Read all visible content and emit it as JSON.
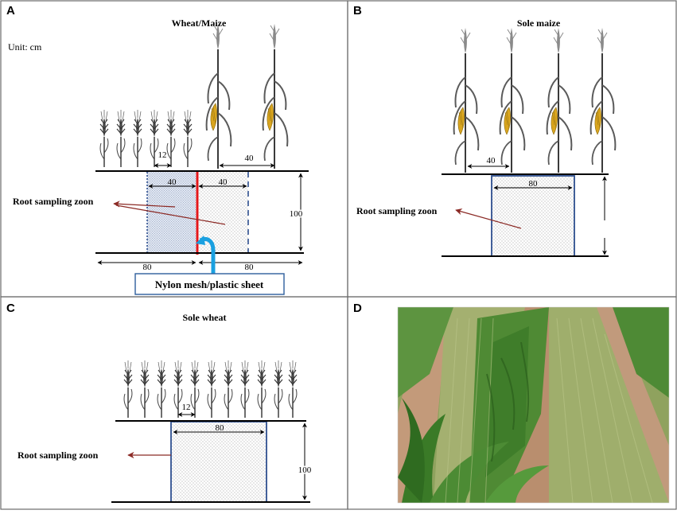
{
  "panels": {
    "a": {
      "letter": "A",
      "title": "Wheat/Maize",
      "unit": "Unit: cm",
      "root_label": "Root sampling zoon",
      "dim_12": "12",
      "dim_40_top": "40",
      "dim_40_left": "40",
      "dim_40_right": "40",
      "dim_100": "100",
      "dim_80_left": "80",
      "dim_80_right": "80",
      "callout": "Nylon mesh/plastic sheet"
    },
    "b": {
      "letter": "B",
      "title": "Sole maize",
      "root_label": "Root sampling zoon",
      "dim_40": "40",
      "dim_80": "80"
    },
    "c": {
      "letter": "C",
      "title": "Sole wheat",
      "root_label": "Root sampling zoon",
      "dim_12": "12",
      "dim_80": "80",
      "dim_100": "100"
    },
    "d": {
      "letter": "D"
    }
  },
  "colors": {
    "frame": "#6b6b6b",
    "barrier": "#e3171b",
    "zone_border": "#2e4f8f",
    "arrow": "#8b2a25",
    "callout_border": "#2e5e9c",
    "callout_arrow": "#1aa0e0",
    "wheat": "#3c3c3c",
    "maize_leaf": "#5a5a5a",
    "maize_cob": "#d9a51e",
    "field_soil": "#b98e6e",
    "field_wheat": "#9fae6c",
    "field_maize": "#3f7d2a"
  },
  "icons": {
    "wheat": "wheat-icon",
    "maize": "maize-icon"
  }
}
